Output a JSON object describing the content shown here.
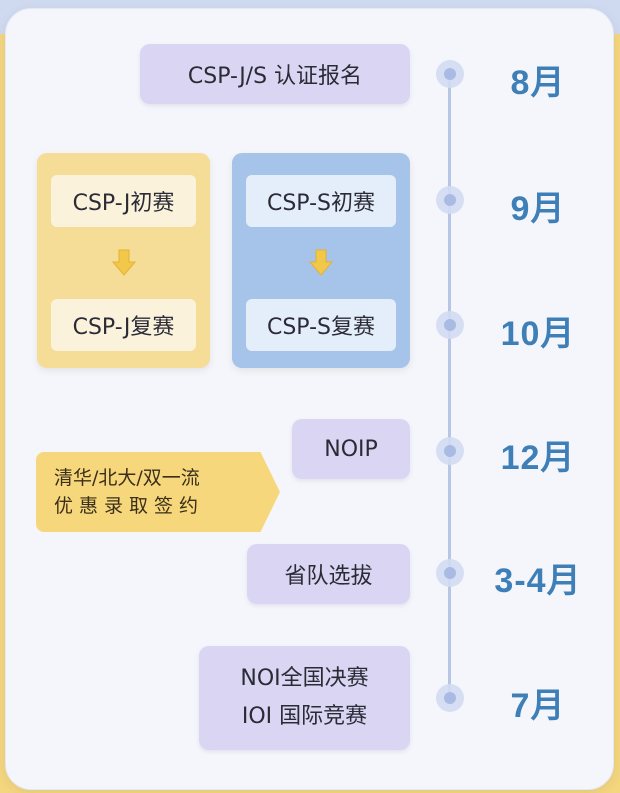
{
  "timeline": {
    "months": [
      "8月",
      "9月",
      "10月",
      "12月",
      "3-4月",
      "7月"
    ]
  },
  "events": {
    "csp_register": "CSP-J/S 认证报名",
    "csp_j_first": "CSP-J初赛",
    "csp_j_second": "CSP-J复赛",
    "csp_s_first": "CSP-S初赛",
    "csp_s_second": "CSP-S复赛",
    "noip": "NOIP",
    "province_team": "省队选拔",
    "noi_final": "NOI全国决赛",
    "ioi": "IOI 国际竞赛"
  },
  "banner": {
    "line1": "清华/北大/双一流",
    "line2": "优惠录取签约"
  },
  "colors": {
    "month_text": "#3e7fb8",
    "pill": "#d9d5f3",
    "j_column": "#f5dc97",
    "s_column": "#a6c3ea",
    "banner": "#f7d77b",
    "arrow": "#f1c84a"
  }
}
